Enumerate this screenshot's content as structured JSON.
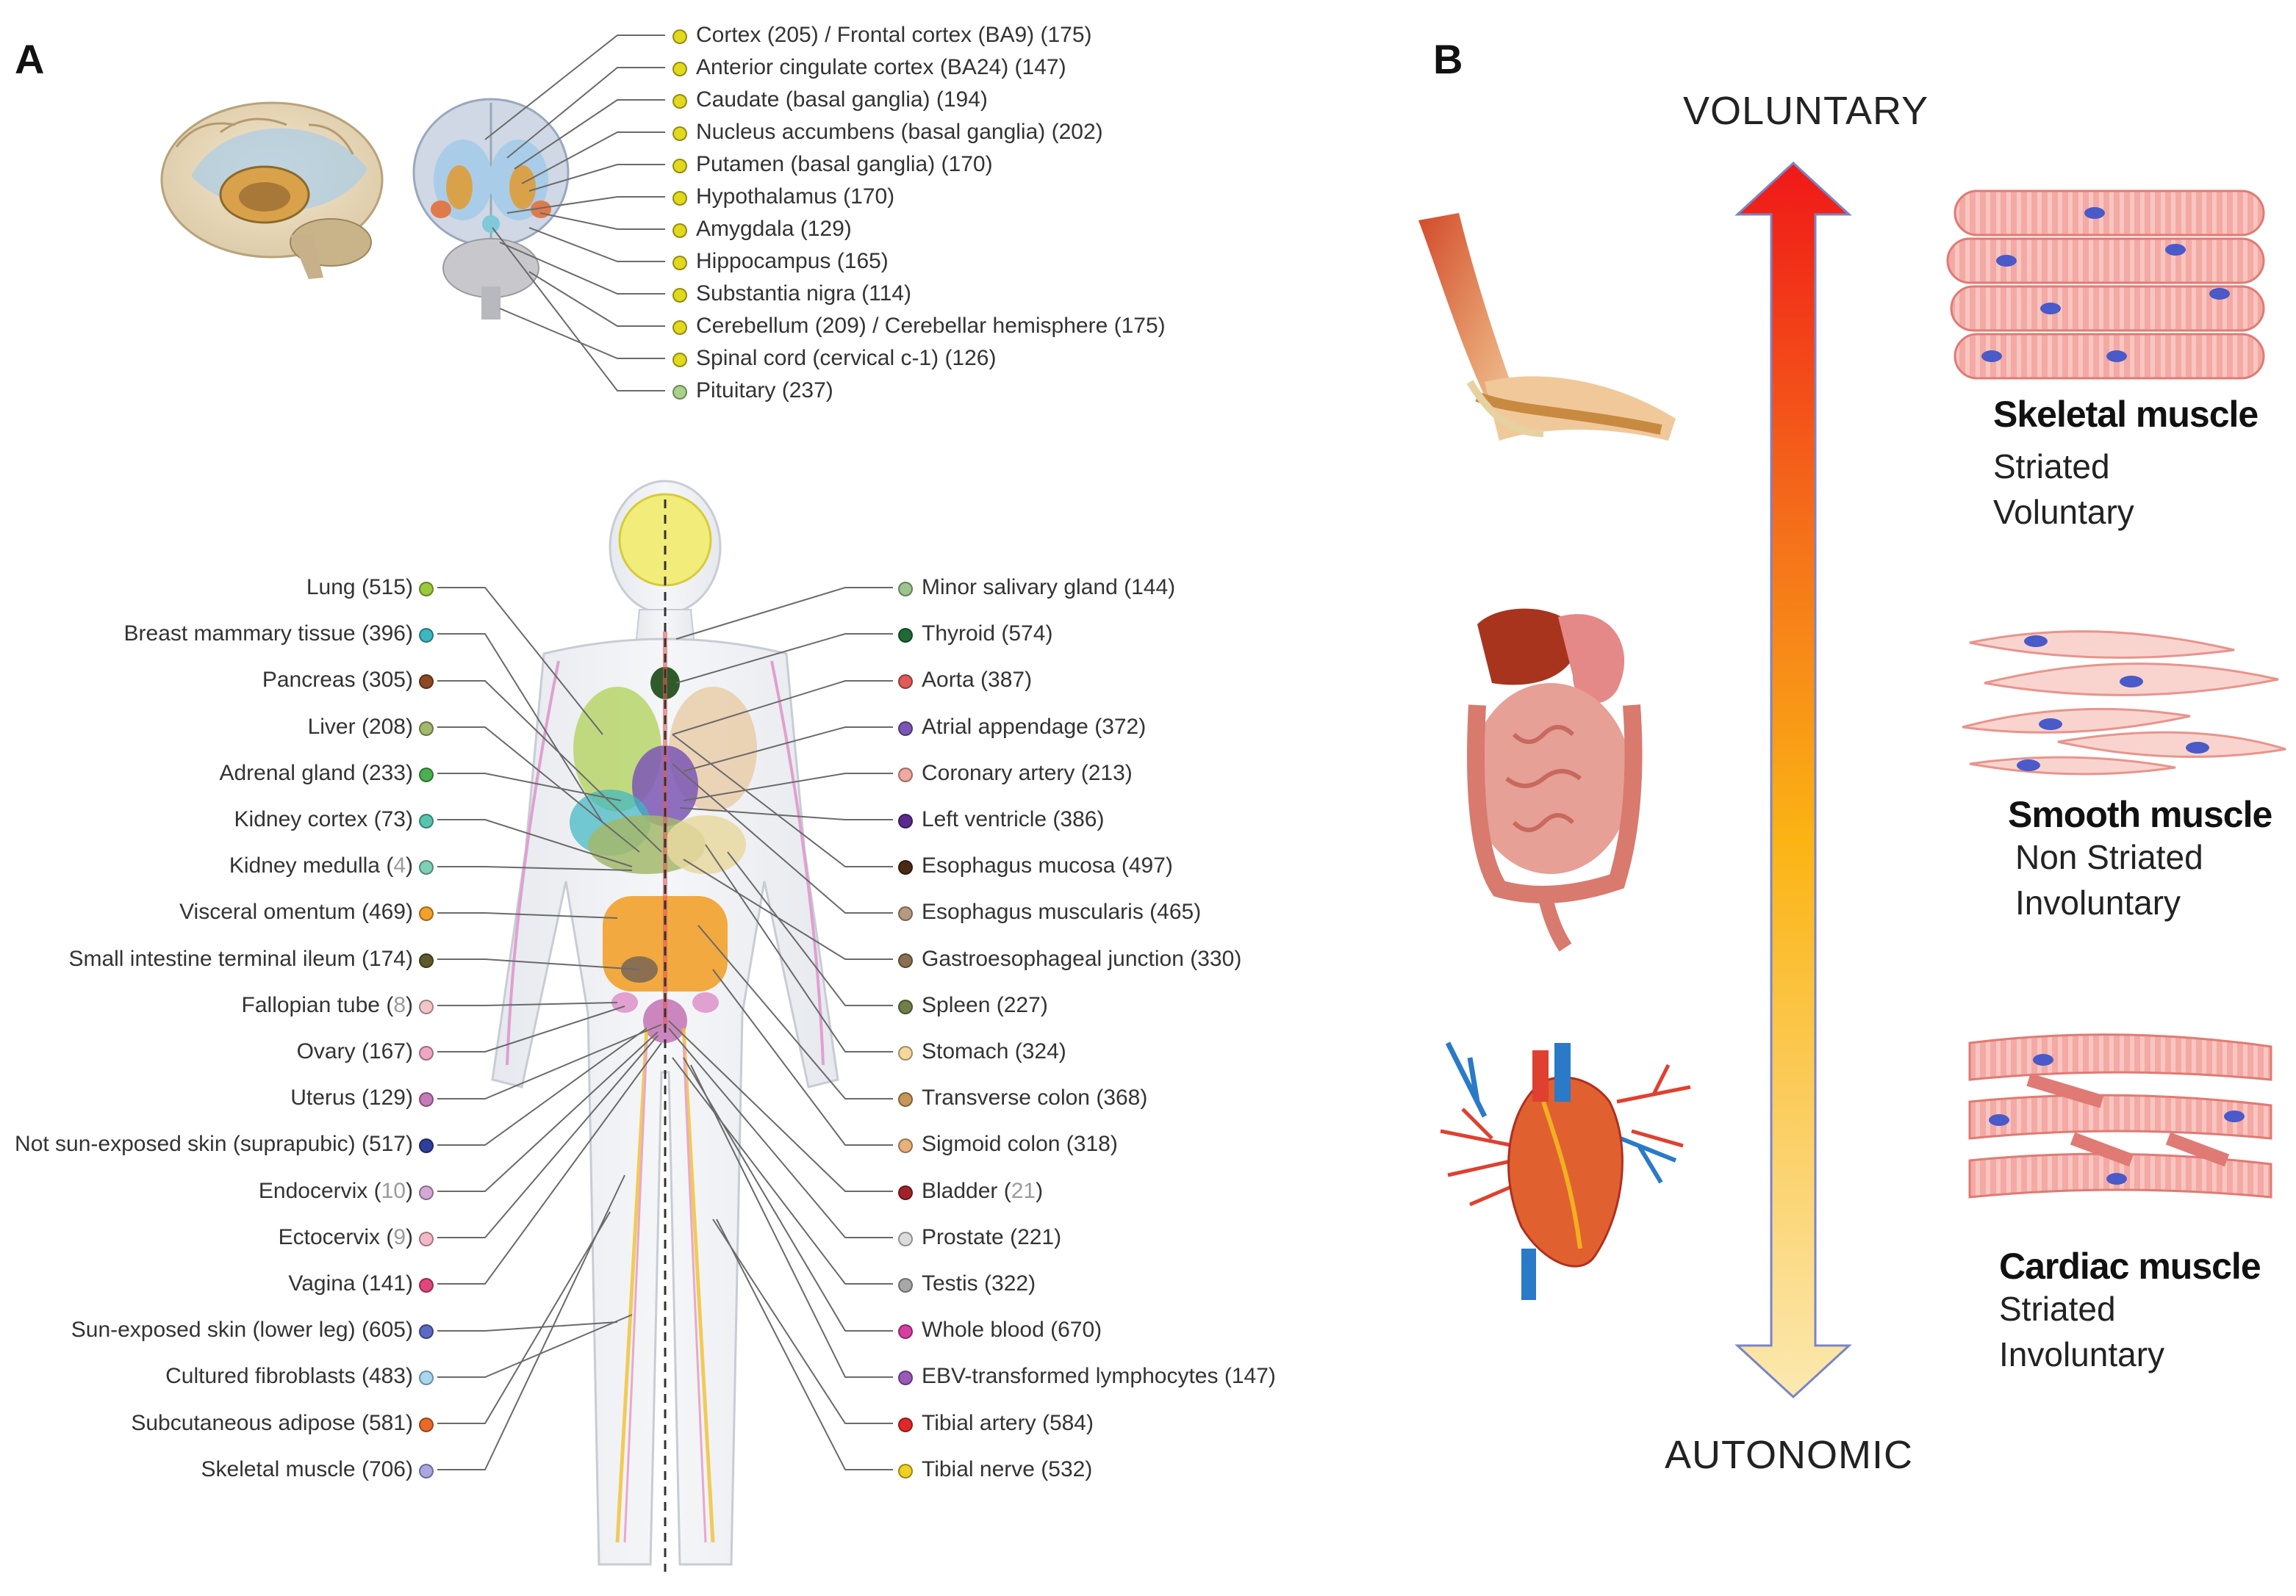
{
  "panels": {
    "a_label": "A",
    "b_label": "B"
  },
  "brain_regions": [
    {
      "name": "Cortex (205) / Frontal cortex (BA9) (175)",
      "color": "#e2d81c"
    },
    {
      "name": "Anterior cingulate cortex (BA24) (147)",
      "color": "#e2d81c"
    },
    {
      "name": "Caudate (basal ganglia) (194)",
      "color": "#e2d81c"
    },
    {
      "name": "Nucleus accumbens (basal ganglia) (202)",
      "color": "#e2d81c"
    },
    {
      "name": "Putamen (basal ganglia) (170)",
      "color": "#e2d81c"
    },
    {
      "name": "Hypothalamus (170)",
      "color": "#e2d81c"
    },
    {
      "name": "Amygdala (129)",
      "color": "#e2d81c"
    },
    {
      "name": "Hippocampus (165)",
      "color": "#e2d81c"
    },
    {
      "name": "Substantia nigra (114)",
      "color": "#e2d81c"
    },
    {
      "name": "Cerebellum (209) / Cerebellar hemisphere (175)",
      "color": "#e2d81c"
    },
    {
      "name": "Spinal cord (cervical c-1) (126)",
      "color": "#e2d81c"
    },
    {
      "name": "Pituitary (237)",
      "color": "#a8d28a"
    }
  ],
  "left_tissues": [
    {
      "name": "Lung",
      "count": "515",
      "color": "#9bc93c"
    },
    {
      "name": "Breast mammary tissue",
      "count": "396",
      "color": "#3cb7c2"
    },
    {
      "name": "Pancreas",
      "count": "305",
      "color": "#8b4a24"
    },
    {
      "name": "Liver",
      "count": "208",
      "color": "#a3b86b"
    },
    {
      "name": "Adrenal gland",
      "count": "233",
      "color": "#4caf50"
    },
    {
      "name": "Kidney cortex",
      "count": "73",
      "color": "#57c4ae"
    },
    {
      "name": "Kidney medulla",
      "count": "4",
      "color": "#7fcfb8",
      "faint": true
    },
    {
      "name": "Visceral omentum",
      "count": "469",
      "color": "#f2a12b"
    },
    {
      "name": "Small intestine terminal ileum",
      "count": "174",
      "color": "#5c5a2a"
    },
    {
      "name": "Fallopian tube",
      "count": "8",
      "color": "#f5c6c8",
      "faint": true
    },
    {
      "name": "Ovary",
      "count": "167",
      "color": "#f0a6c4"
    },
    {
      "name": "Uterus",
      "count": "129",
      "color": "#c77ab8"
    },
    {
      "name": "Not sun-exposed skin (suprapubic)",
      "count": "517",
      "color": "#2f3f9a"
    },
    {
      "name": "Endocervix",
      "count": "10",
      "color": "#d4a8d6",
      "faint": true
    },
    {
      "name": "Ectocervix",
      "count": "9",
      "color": "#f5b8c8",
      "faint": true
    },
    {
      "name": "Vagina",
      "count": "141",
      "color": "#e0457b"
    },
    {
      "name": "Sun-exposed skin (lower leg)",
      "count": "605",
      "color": "#5b6bc4"
    },
    {
      "name": "Cultured fibroblasts",
      "count": "483",
      "color": "#a8d8f0"
    },
    {
      "name": "Subcutaneous adipose",
      "count": "581",
      "color": "#e86a2a"
    },
    {
      "name": "Skeletal muscle",
      "count": "706",
      "color": "#a9a6e0"
    }
  ],
  "right_tissues": [
    {
      "name": "Minor salivary gland",
      "count": "144",
      "color": "#9cc48f"
    },
    {
      "name": "Thyroid",
      "count": "574",
      "color": "#1f6b36"
    },
    {
      "name": "Aorta",
      "count": "387",
      "color": "#e05a57"
    },
    {
      "name": "Atrial appendage",
      "count": "372",
      "color": "#7b56b5"
    },
    {
      "name": "Coronary artery",
      "count": "213",
      "color": "#f0a8a0"
    },
    {
      "name": "Left ventricle",
      "count": "386",
      "color": "#5a2a8c"
    },
    {
      "name": "Esophagus mucosa",
      "count": "497",
      "color": "#4a2a14"
    },
    {
      "name": "Esophagus muscularis",
      "count": "465",
      "color": "#b59a80"
    },
    {
      "name": "Gastroesophageal junction",
      "count": "330",
      "color": "#8a7050"
    },
    {
      "name": "Spleen",
      "count": "227",
      "color": "#6e8048"
    },
    {
      "name": "Stomach",
      "count": "324",
      "color": "#f5d89c"
    },
    {
      "name": "Transverse colon",
      "count": "368",
      "color": "#c8965a"
    },
    {
      "name": "Sigmoid colon",
      "count": "318",
      "color": "#e8b07a"
    },
    {
      "name": "Bladder",
      "count": "21",
      "color": "#a0222a",
      "faint": true
    },
    {
      "name": "Prostate",
      "count": "221",
      "color": "#dcdcdc"
    },
    {
      "name": "Testis",
      "count": "322",
      "color": "#a8a8a8"
    },
    {
      "name": "Whole blood",
      "count": "670",
      "color": "#d63fa0"
    },
    {
      "name": "EBV-transformed lymphocytes",
      "count": "147",
      "color": "#9a5ab8",
      "truncated": true
    },
    {
      "name": "Tibial artery",
      "count": "584",
      "color": "#e02828"
    },
    {
      "name": "Tibial nerve",
      "count": "532",
      "color": "#f0d020"
    }
  ],
  "panel_b": {
    "top_label": "VOLUNTARY",
    "bottom_label": "AUTONOMIC",
    "muscles": [
      {
        "title": "Skeletal muscle",
        "line1": "Striated",
        "line2": "Voluntary"
      },
      {
        "title": "Smooth muscle",
        "line1": "Non Striated",
        "line2": "Involuntary"
      },
      {
        "title": "Cardiac muscle",
        "line1": "Striated",
        "line2": "Involuntary"
      }
    ]
  }
}
